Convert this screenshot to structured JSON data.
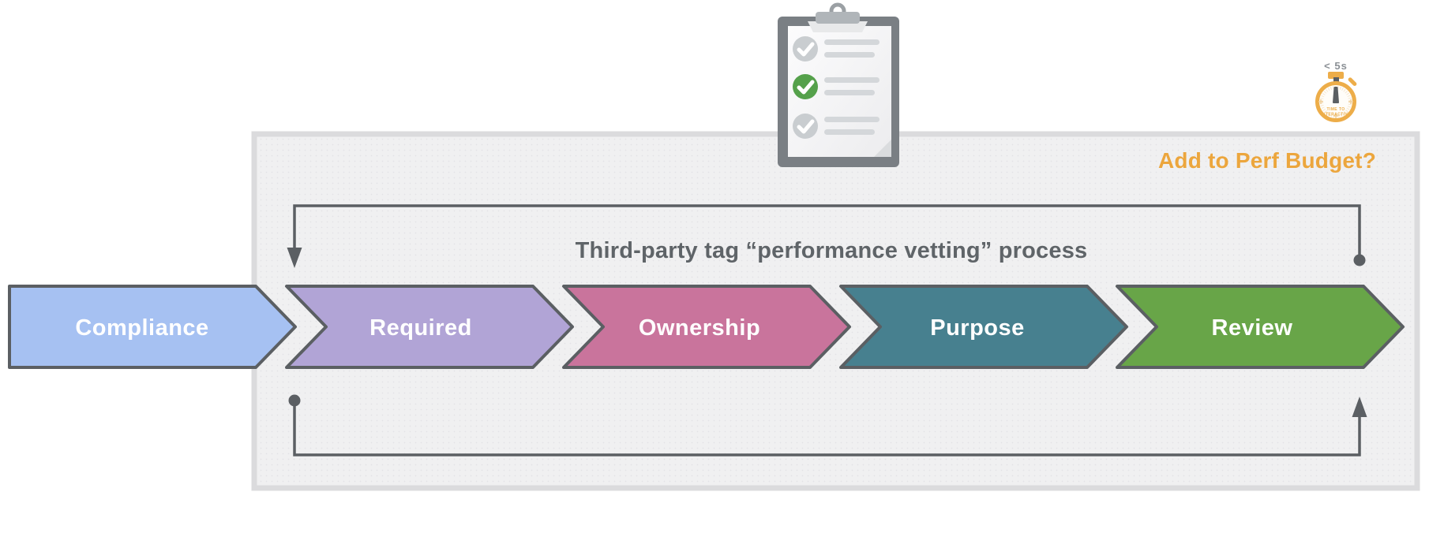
{
  "diagram": {
    "title": "Third-party tag “performance vetting” process",
    "perf_budget_question": "Add to Perf Budget?",
    "stopwatch": {
      "time_label": "< 5s",
      "dial_line1": "TIME TO",
      "dial_line2": "INTERACTIVE"
    },
    "stages": [
      {
        "label": "Compliance",
        "color": "#a6c1f2"
      },
      {
        "label": "Required",
        "color": "#b1a4d6"
      },
      {
        "label": "Ownership",
        "color": "#c9749c"
      },
      {
        "label": "Purpose",
        "color": "#47808f"
      },
      {
        "label": "Review",
        "color": "#68a548"
      }
    ],
    "colors": {
      "accent_orange": "#eca63d",
      "outline_gray": "#5b5f63",
      "title_gray": "#5f6468",
      "panel_fill": "#f0f0f1",
      "panel_border": "#dbdbdd",
      "check_green": "#55a14b",
      "check_gray": "#c9cdd0",
      "paper_line_gray": "#d4d7da"
    }
  }
}
